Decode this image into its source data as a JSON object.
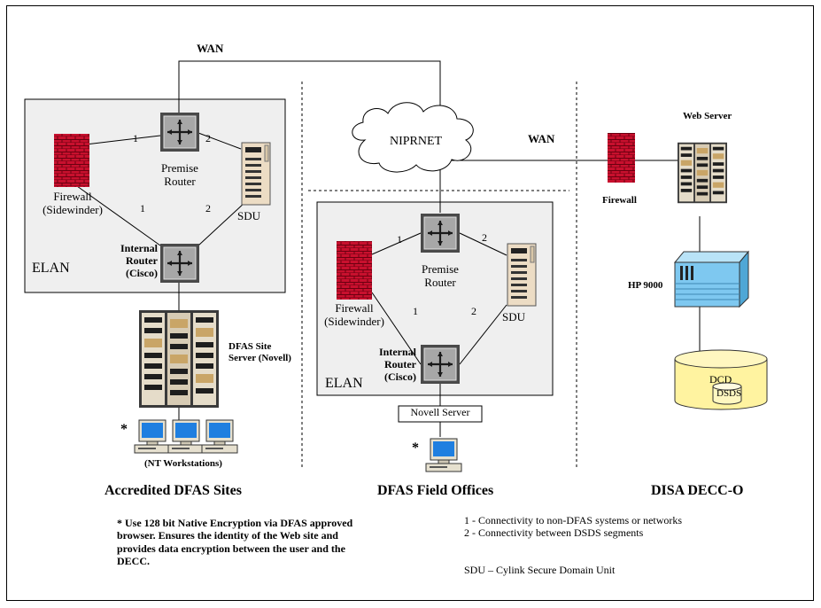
{
  "wan_top": "WAN",
  "wan_right": "WAN",
  "niprnet": "NIPRNET",
  "conn": {
    "one": "1",
    "two": "2"
  },
  "site_a": {
    "elan": "ELAN",
    "premise_router": [
      "Premise",
      "Router"
    ],
    "firewall": [
      "Firewall",
      "(Sidewinder)"
    ],
    "sdu": "SDU",
    "internal_router": [
      "Internal",
      "Router",
      "(Cisco)"
    ],
    "site_server": [
      "DFAS Site",
      "Server (Novell)"
    ],
    "workstations": "(NT Workstations)",
    "heading": "Accredited DFAS Sites"
  },
  "site_b": {
    "elan": "ELAN",
    "premise_router": [
      "Premise",
      "Router"
    ],
    "firewall": [
      "Firewall",
      "(Sidewinder)"
    ],
    "sdu": "SDU",
    "internal_router": [
      "Internal",
      "Router",
      "(Cisco)"
    ],
    "novell_server": "Novell Server",
    "heading": "DFAS Field Offices"
  },
  "site_c": {
    "web_server": "Web Server",
    "firewall": "Firewall",
    "hp": "HP 9000",
    "dcd": "DCD",
    "dsds": "DSDS",
    "heading": "DISA DECC-O"
  },
  "asterisk": "*",
  "footnote": "* Use 128 bit Native Encryption via DFAS approved browser. Ensures the identity of the Web site and provides data encryption between the user and the DECC.",
  "legend": [
    "1 - Connectivity to non-DFAS systems or networks",
    "2 - Connectivity between DSDS segments"
  ],
  "sdu_def": "SDU – Cylink Secure Domain Unit",
  "colors": {
    "firewall": "#c8102e",
    "elan_fill": "#efefef",
    "hp_blue": "#7ec8f0",
    "disk": "#fff3a0",
    "router": "#9b9b9b"
  }
}
